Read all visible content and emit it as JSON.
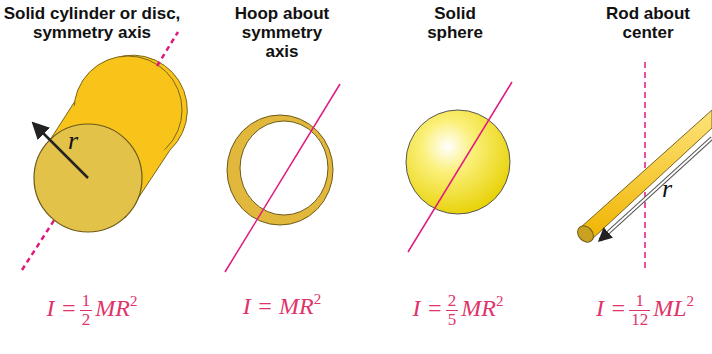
{
  "diagram": {
    "labels": [
      "Solid cylinder or disc, symmetry axis",
      "Hoop about symmetry axis",
      "Solid sphere",
      "Rod about center",
      "r",
      "r",
      "I =",
      "1",
      "2",
      "MR",
      "2",
      "I = MR",
      "2",
      "I =",
      "2",
      "5",
      "MR",
      "2",
      "I =",
      "1",
      "12",
      "ML",
      "2"
    ]
  }
}
